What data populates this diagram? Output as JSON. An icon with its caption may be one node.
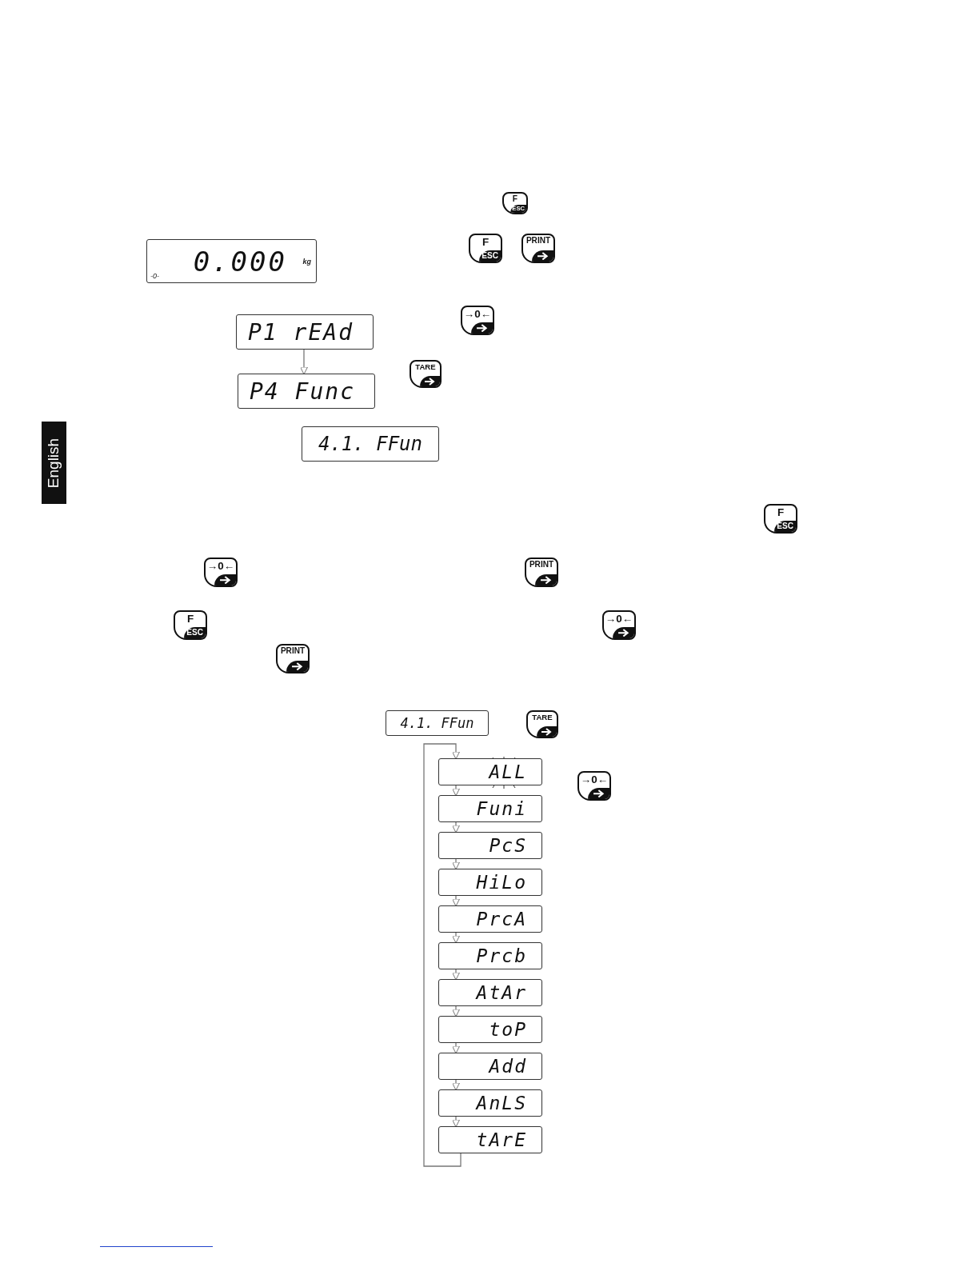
{
  "diagram": {
    "nodes": [
      {
        "text": [
          "0.000",
          "kg",
          "-0-"
        ]
      },
      {
        "text": [
          "P1 rEAd"
        ]
      },
      {
        "text": [
          "P4 Func"
        ]
      },
      {
        "text": [
          "4.1. FFun"
        ]
      },
      {
        "text": [
          "4.1. FFun"
        ]
      },
      {
        "text": [
          "ALL"
        ]
      },
      {
        "text": [
          "Funi"
        ]
      },
      {
        "text": [
          "PcS"
        ]
      },
      {
        "text": [
          "HiLo"
        ]
      },
      {
        "text": [
          "PrcA"
        ]
      },
      {
        "text": [
          "Prcb"
        ]
      },
      {
        "text": [
          "AtAr"
        ]
      },
      {
        "text": [
          "toP"
        ]
      },
      {
        "text": [
          "Add"
        ]
      },
      {
        "text": [
          "AnLS"
        ]
      },
      {
        "text": [
          "tArE"
        ]
      }
    ],
    "edges": [
      {
        "from": 1,
        "to": 2,
        "arrow": "to"
      },
      {
        "from": 5,
        "to": 6,
        "arrow": "to"
      },
      {
        "from": 6,
        "to": 7,
        "arrow": "to"
      },
      {
        "from": 7,
        "to": 8,
        "arrow": "to"
      },
      {
        "from": 8,
        "to": 9,
        "arrow": "to"
      },
      {
        "from": 9,
        "to": 10,
        "arrow": "to"
      },
      {
        "from": 10,
        "to": 11,
        "arrow": "to"
      },
      {
        "from": 11,
        "to": 12,
        "arrow": "to"
      },
      {
        "from": 12,
        "to": 13,
        "arrow": "to"
      },
      {
        "from": 13,
        "to": 14,
        "arrow": "to"
      },
      {
        "from": 14,
        "to": 15,
        "arrow": "to"
      },
      {
        "from": 15,
        "to": 5,
        "arrow": "to"
      }
    ],
    "labels": [
      "F",
      "ESC",
      "F",
      "ESC",
      "PRINT",
      "→0←",
      "TARE",
      "English",
      "F",
      "ESC",
      "→0←",
      "PRINT",
      "F",
      "ESC",
      "→0←",
      "PRINT",
      "TARE",
      "→0←"
    ]
  }
}
